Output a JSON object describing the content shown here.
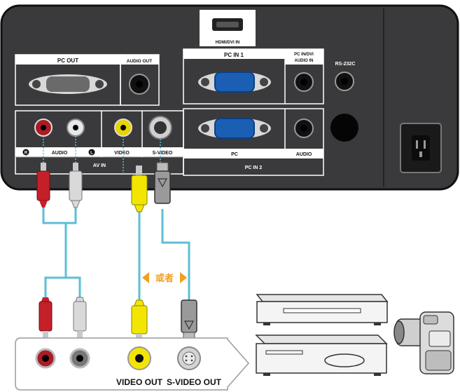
{
  "panel_labels": {
    "hdmi": "HDMI/DVI IN",
    "pc_out": "PC OUT",
    "audio_out": "AUDIO OUT",
    "pc_in_1": "PC IN 1",
    "pc_in_audio_line1": "PC IN/DVI",
    "pc_in_audio_line2": "AUDIO IN",
    "rs232c": "RS-232C",
    "audio_r": "R",
    "audio": "AUDIO",
    "audio_l": "L",
    "video": "VIDEO",
    "s_video": "S-VIDEO",
    "av_in": "AV IN",
    "pc": "PC",
    "pc_audio": "AUDIO",
    "pc_in_2": "PC IN 2"
  },
  "or_label": "或者",
  "device_labels": {
    "video_out": "VIDEO OUT",
    "s_video_out": "S-VIDEO OUT"
  },
  "colors": {
    "panel": "#3a3a3c",
    "cable": "#5bbfd6",
    "red_plug": "#c4202a",
    "white_plug": "#d9d9d9",
    "yellow_plug": "#f2e600",
    "or_label": "#f0a020"
  }
}
